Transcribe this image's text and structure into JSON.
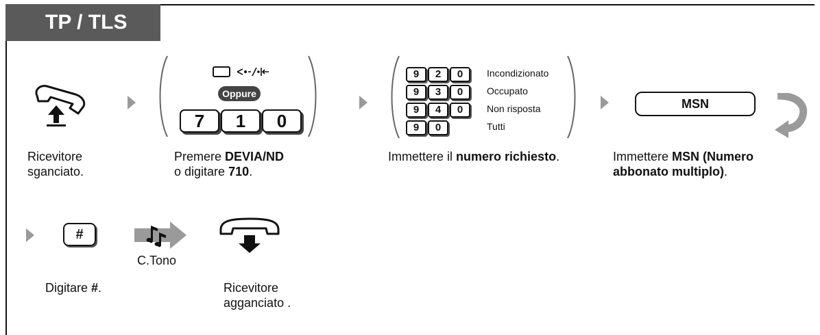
{
  "header": {
    "title": "TP / TLS"
  },
  "step1": {
    "label_line1": "Ricevitore",
    "label_line2": "sganciato."
  },
  "step2": {
    "or_label": "Oppure",
    "keys": [
      "7",
      "1",
      "0"
    ],
    "text_pre": "Premere ",
    "text_bold1": "DEVIA/ND",
    "text_line2_pre": "o digitare ",
    "text_bold2": "710",
    "text_end": "."
  },
  "step3": {
    "rows": [
      {
        "keys": [
          "9",
          "2",
          "0"
        ],
        "label": "Incondizionato"
      },
      {
        "keys": [
          "9",
          "3",
          "0"
        ],
        "label": "Occupato"
      },
      {
        "keys": [
          "9",
          "4",
          "0"
        ],
        "label": "Non risposta"
      },
      {
        "keys": [
          "9",
          "0"
        ],
        "label": "Tutti"
      }
    ],
    "text_pre": "Immettere il ",
    "text_bold": "numero richiesto",
    "text_end": "."
  },
  "step4": {
    "box_label": "MSN",
    "text_pre": "Immettere ",
    "text_bold1": "MSN (Numero",
    "text_bold2": "abbonato multiplo)",
    "text_end": "."
  },
  "step5": {
    "key": "#",
    "text_pre": "Digitare ",
    "text_bold": "#",
    "text_end": "."
  },
  "step6": {
    "tone_label": "C.Tono"
  },
  "step7": {
    "label_line1": "Ricevitore",
    "label_line2": "agganciato ."
  },
  "colors": {
    "header_bg": "#5a5a5a",
    "arrow": "#9a9a9a",
    "oppure_bg": "#444444"
  }
}
